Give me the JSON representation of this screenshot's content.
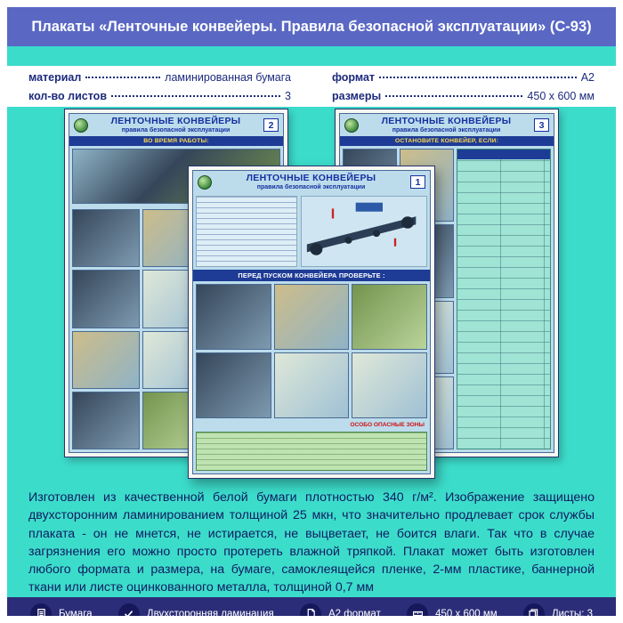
{
  "header": {
    "title": "Плакаты «Ленточные конвейеры. Правила безопасной эксплуатации» (С-93)"
  },
  "specs": {
    "material_label": "материал",
    "material_value": "ламинированная бумага",
    "sheets_label": "кол-во листов",
    "sheets_value": "3",
    "format_label": "формат",
    "format_value": "А2",
    "size_label": "размеры",
    "size_value": "450 х 600 мм"
  },
  "posters": [
    {
      "number": "2",
      "title": "ЛЕНТОЧНЫЕ КОНВЕЙЕРЫ",
      "subtitle": "правила безопасной эксплуатации",
      "section": "ВО ВРЕМЯ РАБОТЫ:"
    },
    {
      "number": "1",
      "title": "ЛЕНТОЧНЫЕ КОНВЕЙЕРЫ",
      "subtitle": "правила безопасной эксплуатации",
      "section": "ПЕРЕД ПУСКОМ КОНВЕЙЕРА ПРОВЕРЬТЕ :",
      "note": "ОСОБО ОПАСНЫЕ ЗОНЫ"
    },
    {
      "number": "3",
      "title": "ЛЕНТОЧНЫЕ КОНВЕЙЕРЫ",
      "subtitle": "правила безопасной эксплуатации",
      "section": "ОСТАНОВИТЕ КОНВЕЙЕР, ЕСЛИ:"
    }
  ],
  "description": {
    "text": "Изготовлен из качественной белой бумаги плотностью 340 г/м². Изображение защищено двухсторонним ламинированием толщиной 25 мкн, что значительно продлевает срок службы плаката - он не мнется, не истирается, не выцветает, не боится влаги. Так что в случае загрязнения его можно просто протереть влажной тряпкой. Плакат может быть изготовлен любого формата и размера, на бумаге, самоклеящейся пленке, 2-мм пластике, баннерной ткани или листе оцинкованного металла, толщиной 0,7 мм"
  },
  "footer": {
    "badges": [
      {
        "icon": "paper-icon",
        "label": "Бумага"
      },
      {
        "icon": "lamination-icon",
        "label": "Двухсторонняя ламинация"
      },
      {
        "icon": "format-icon",
        "label": "А2 формат"
      },
      {
        "icon": "size-icon",
        "label": "450 х 600 мм"
      },
      {
        "icon": "sheets-icon",
        "label": "Листы: 3"
      }
    ]
  },
  "colors": {
    "background": "#3cdccb",
    "header_bar": "#5a68c4",
    "footer_bar": "#2b2d78",
    "text": "#101c60"
  }
}
